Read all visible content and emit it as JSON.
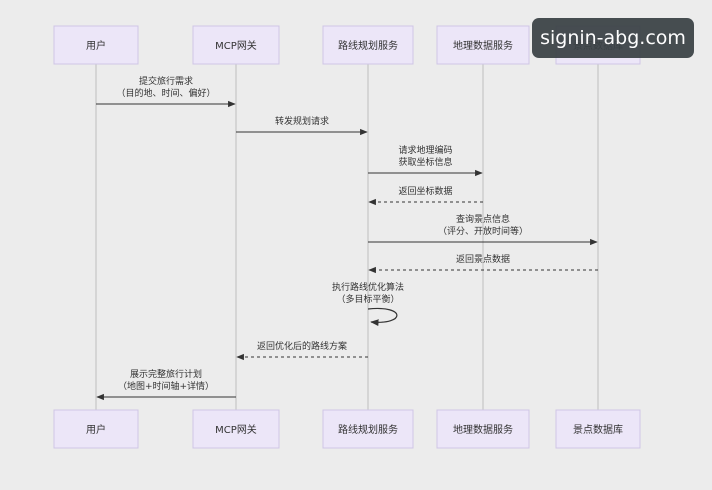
{
  "participants": [
    {
      "id": "user",
      "label": "用户"
    },
    {
      "id": "gateway",
      "label": "MCP网关"
    },
    {
      "id": "planner",
      "label": "路线规划服务"
    },
    {
      "id": "geo",
      "label": "地理数据服务"
    },
    {
      "id": "poi",
      "label": "景点数据库"
    }
  ],
  "messages": [
    {
      "from": "user",
      "to": "gateway",
      "lines": [
        "提交旅行需求",
        "（目的地、时间、偏好）"
      ],
      "style": "solid"
    },
    {
      "from": "gateway",
      "to": "planner",
      "lines": [
        "转发规划请求"
      ],
      "style": "solid"
    },
    {
      "from": "planner",
      "to": "geo",
      "lines": [
        "请求地理编码",
        "获取坐标信息"
      ],
      "style": "solid"
    },
    {
      "from": "geo",
      "to": "planner",
      "lines": [
        "返回坐标数据"
      ],
      "style": "dashed"
    },
    {
      "from": "planner",
      "to": "poi",
      "lines": [
        "查询景点信息",
        "（评分、开放时间等）"
      ],
      "style": "solid"
    },
    {
      "from": "poi",
      "to": "planner",
      "lines": [
        "返回景点数据"
      ],
      "style": "dashed"
    },
    {
      "from": "planner",
      "to": "planner",
      "lines": [
        "执行路线优化算法",
        "（多目标平衡）"
      ],
      "style": "self"
    },
    {
      "from": "planner",
      "to": "gateway",
      "lines": [
        "返回优化后的路线方案"
      ],
      "style": "dashed"
    },
    {
      "from": "gateway",
      "to": "user",
      "lines": [
        "展示完整旅行计划",
        "（地图+时间轴+详情）"
      ],
      "style": "solid"
    }
  ],
  "watermark": "signin-abg.com",
  "colors": {
    "background": "#ececec",
    "box_fill": "#ece6f8",
    "box_stroke": "#cfc6e6",
    "lifeline": "#c6c6c6",
    "arrow": "#333333",
    "text": "#333333"
  }
}
